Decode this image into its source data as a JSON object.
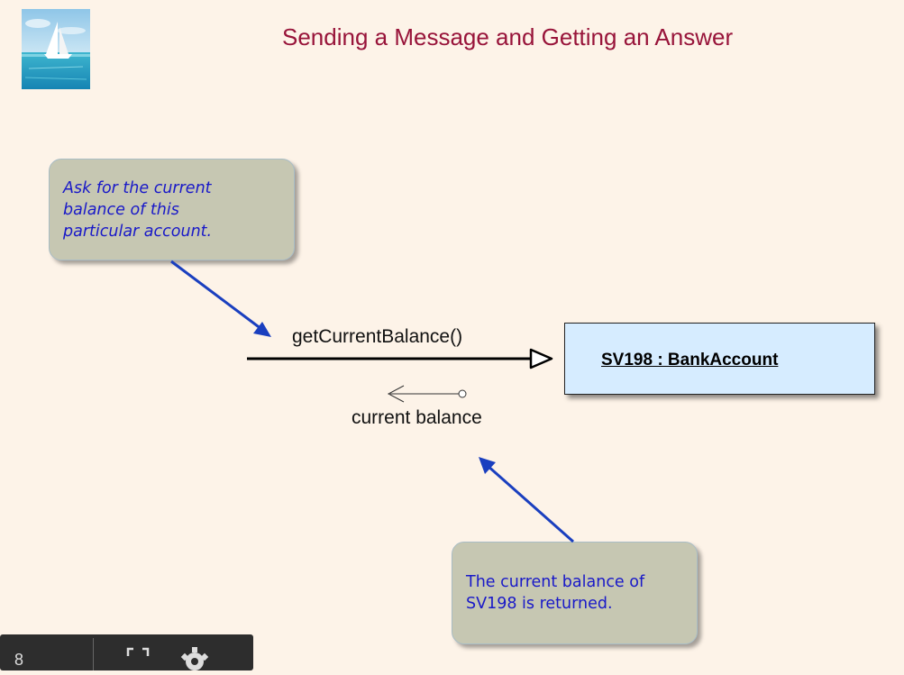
{
  "title": "Sending a Message and Getting an Answer",
  "callouts": {
    "top": "Ask for the current\nbalance of this\nparticular account.",
    "bottom": "The current balance of\nSV198 is returned."
  },
  "object": {
    "label": "SV198 : BankAccount"
  },
  "message": {
    "label": "getCurrentBalance()"
  },
  "return_value": {
    "label": "current balance"
  },
  "player_bar": {
    "slide_number": "8",
    "icons": [
      "fullscreen-icon",
      "gear-icon"
    ]
  },
  "colors": {
    "background": "#fdf3e8",
    "title": "#98143a",
    "callout_fill": "#c6c7b2",
    "callout_text": "#1919c8",
    "object_fill": "#d6ecff",
    "pointer_arrow": "#1a3fbf"
  }
}
